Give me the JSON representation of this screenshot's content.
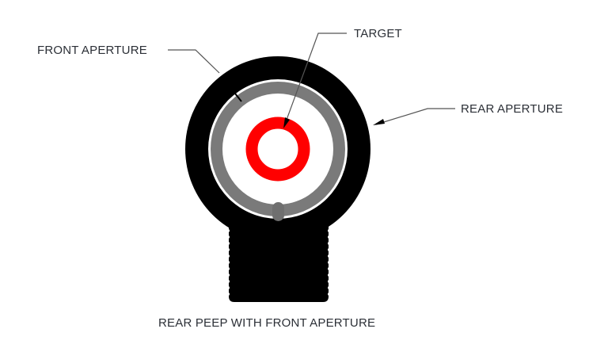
{
  "diagram": {
    "title": "REAR PEEP WITH FRONT APERTURE",
    "labels": {
      "front_aperture": "FRONT APERTURE",
      "target": "TARGET",
      "rear_aperture": "REAR APERTURE"
    },
    "colors": {
      "background": "#ffffff",
      "rear_aperture": "#000000",
      "front_aperture": "#7a7a7a",
      "target": "#ff0000",
      "text": "#2b2f36",
      "leader": "#555555"
    }
  }
}
